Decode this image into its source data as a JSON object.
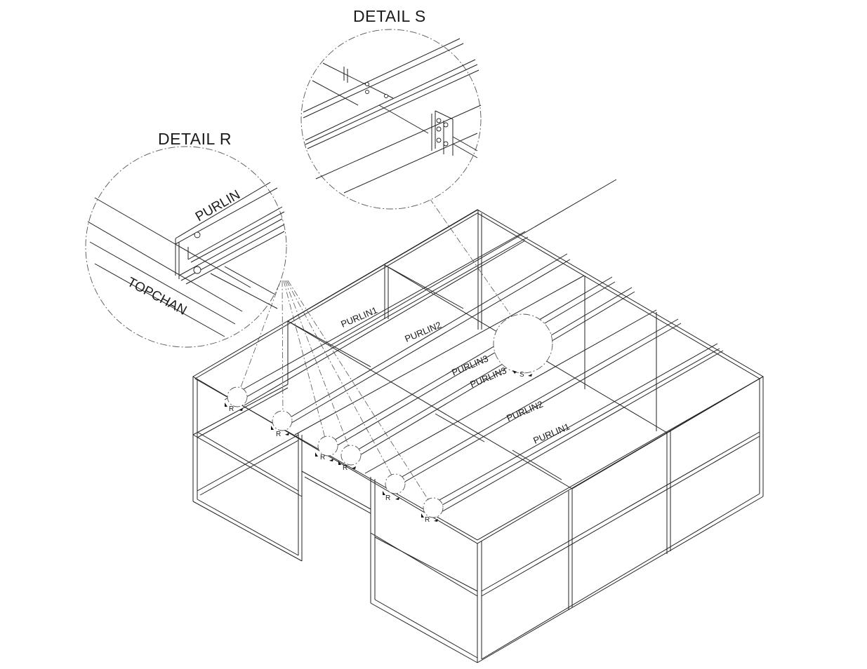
{
  "detail_r": {
    "title": "DETAIL  R",
    "label_top": "PURLIN",
    "label_bottom": "TOPCHAN"
  },
  "detail_s": {
    "title": "DETAIL  S"
  },
  "purlins": {
    "p1_back": "PURLIN1",
    "p2_back": "PURLIN2",
    "p3_back": "PURLIN3",
    "p3_front": "PURLIN3",
    "p2_front": "PURLIN2",
    "p1_front": "PURLIN1"
  },
  "markers": {
    "r": "R",
    "s": "S"
  }
}
